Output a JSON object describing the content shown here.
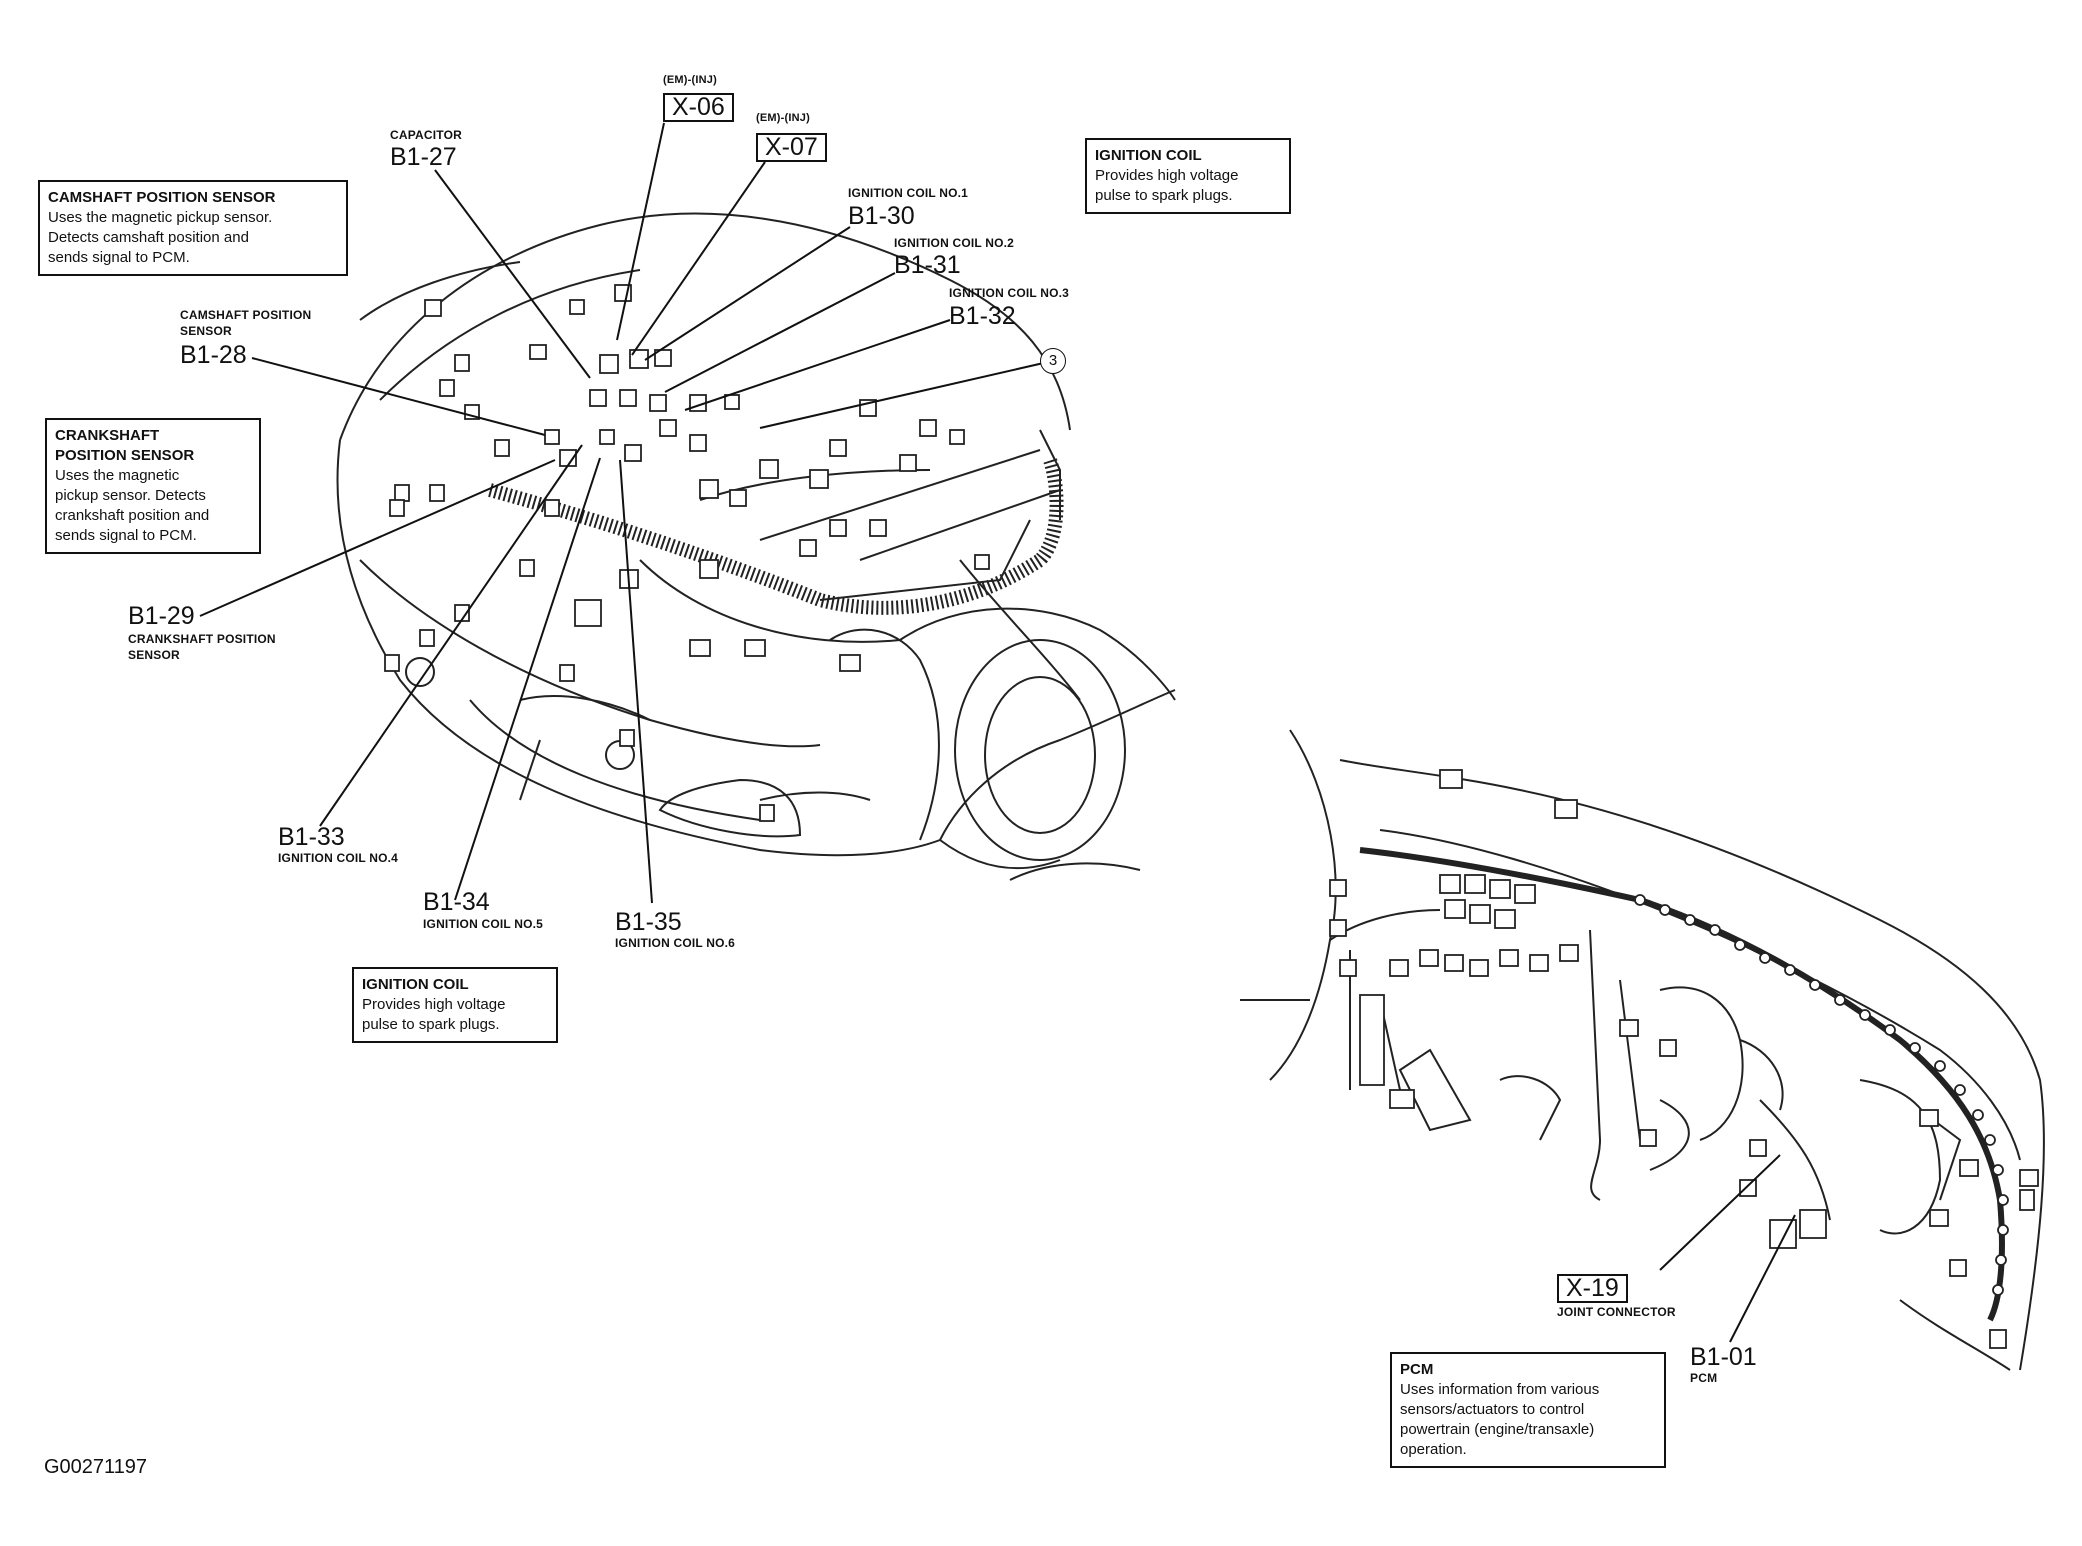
{
  "figure_id": "G00271197",
  "callouts": [
    {
      "id": "x06",
      "code": "X-06",
      "sub": "(EM)-(INJ)"
    },
    {
      "id": "x07",
      "code": "X-07",
      "sub": "(EM)-(INJ)"
    },
    {
      "id": "b127",
      "code": "B1-27",
      "sub": "CAPACITOR"
    },
    {
      "id": "b130",
      "code": "B1-30",
      "sub": "IGNITION COIL NO.1"
    },
    {
      "id": "b131",
      "code": "B1-31",
      "sub": "IGNITION COIL NO.2"
    },
    {
      "id": "b132",
      "code": "B1-32",
      "sub": "IGNITION COIL NO.3"
    },
    {
      "id": "b128",
      "code": "B1-28",
      "sub": "CAMSHAFT POSITION SENSOR"
    },
    {
      "id": "b129",
      "code": "B1-29",
      "sub": "CRANKSHAFT POSITION SENSOR"
    },
    {
      "id": "b133",
      "code": "B1-33",
      "sub": "IGNITION COIL NO.4"
    },
    {
      "id": "b134",
      "code": "B1-34",
      "sub": "IGNITION COIL NO.5"
    },
    {
      "id": "b135",
      "code": "B1-35",
      "sub": "IGNITION COIL NO.6"
    },
    {
      "id": "x19",
      "code": "X-19",
      "sub": "JOINT CONNECTOR"
    },
    {
      "id": "b101",
      "code": "B1-01",
      "sub": "PCM"
    }
  ],
  "circled_ref": "3",
  "descriptions": [
    {
      "id": "cmp",
      "title": "CAMSHAFT POSITION SENSOR",
      "body": "Uses the magnetic pickup sensor.\nDetects camshaft position and\nsends signal to PCM."
    },
    {
      "id": "ckp",
      "title": "CRANKSHAFT\nPOSITION SENSOR",
      "body": "Uses the magnetic\npickup sensor. Detects\ncrankshaft position and\nsends signal to PCM."
    },
    {
      "id": "ig1",
      "title": "IGNITION COIL",
      "body": "Provides high voltage\npulse to spark plugs."
    },
    {
      "id": "ig2",
      "title": "IGNITION COIL",
      "body": "Provides high voltage\npulse to spark plugs."
    },
    {
      "id": "pcm",
      "title": "PCM",
      "body": "Uses information from various\nsensors/actuators to control\npowertrain (engine/transaxle)\noperation."
    }
  ]
}
